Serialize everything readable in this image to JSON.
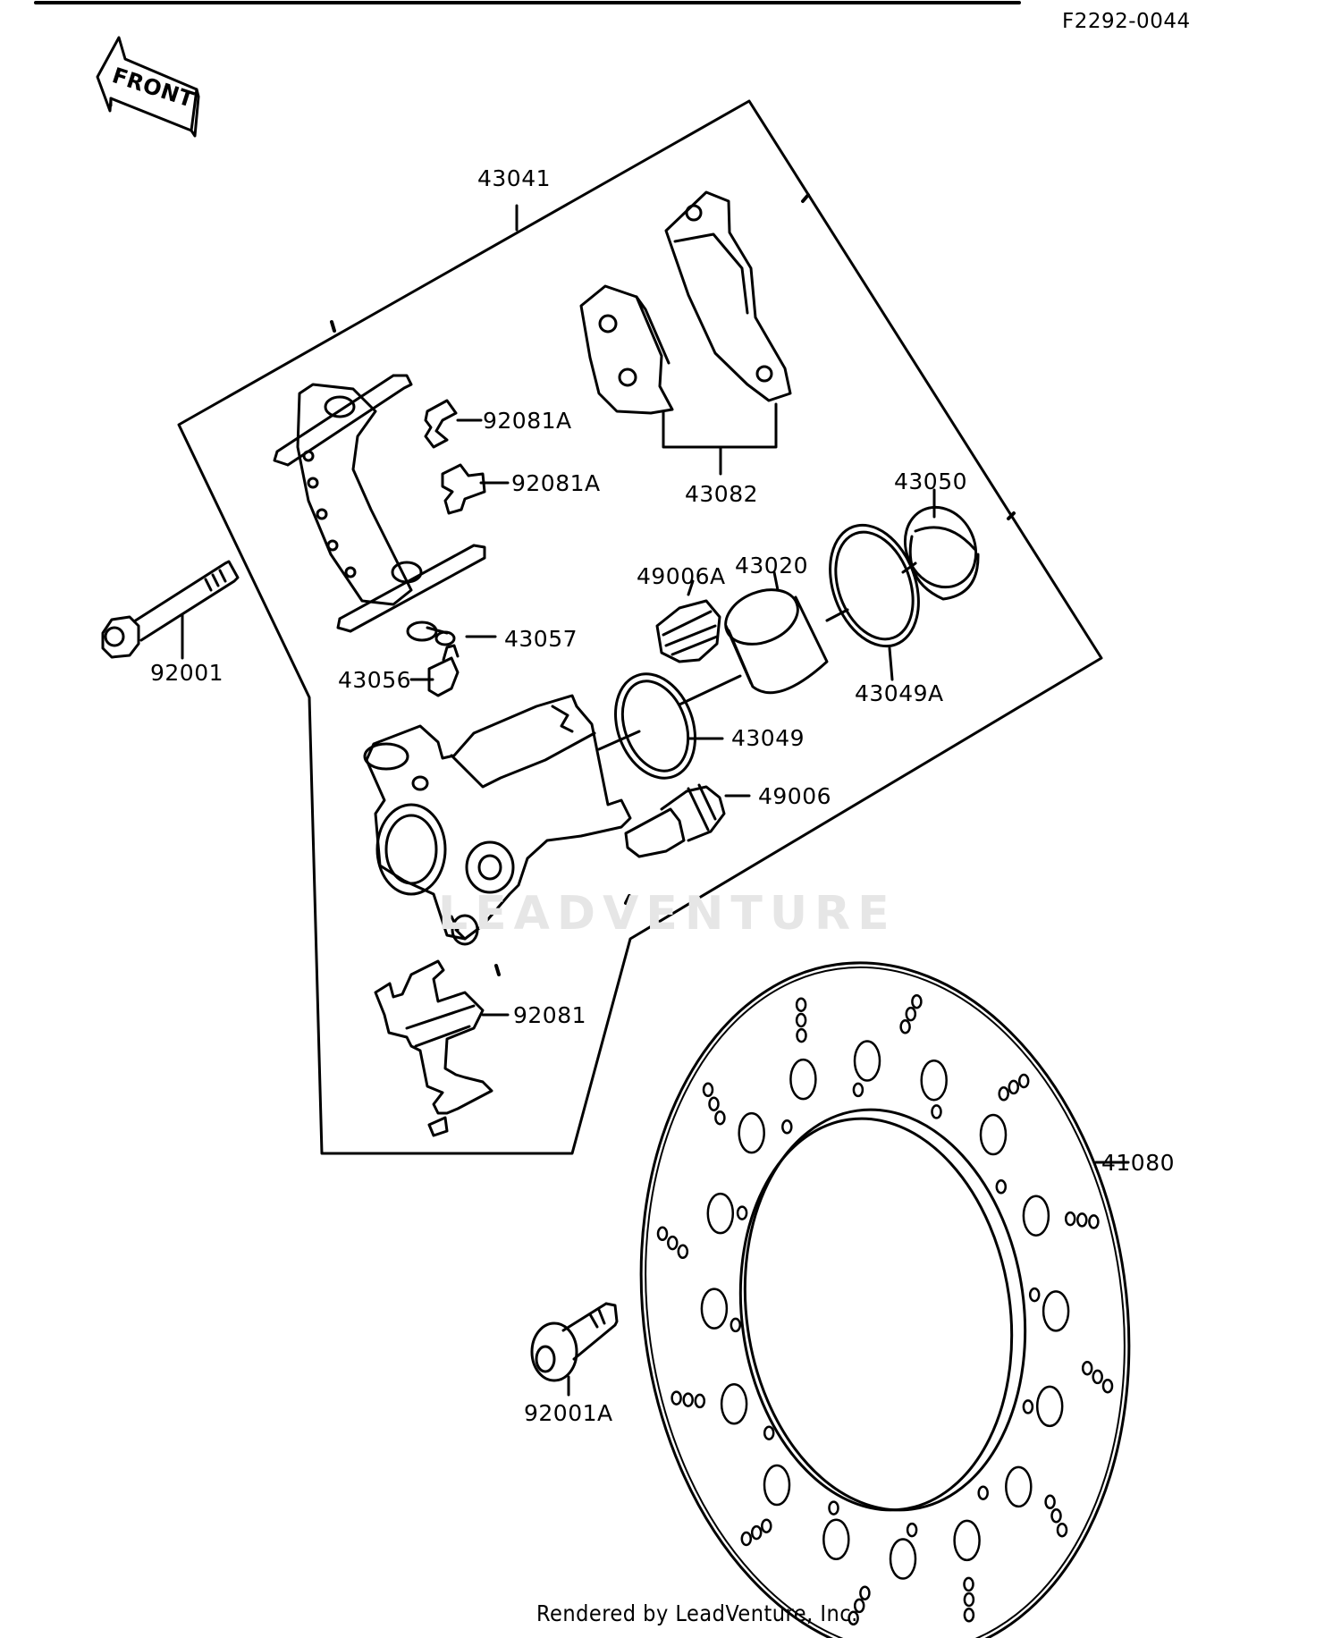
{
  "diagram": {
    "code": "F2292-0044",
    "front_label": "FRONT",
    "footer": "Rendered by LeadVenture, Inc.",
    "watermark": "LEADVENTURE",
    "parts": [
      {
        "id": "43041",
        "label": "43041"
      },
      {
        "id": "92081A-upper",
        "label": "92081A"
      },
      {
        "id": "92081A-lower",
        "label": "92081A"
      },
      {
        "id": "43082",
        "label": "43082"
      },
      {
        "id": "43050",
        "label": "43050"
      },
      {
        "id": "43020",
        "label": "43020"
      },
      {
        "id": "49006A",
        "label": "49006A"
      },
      {
        "id": "43057",
        "label": "43057"
      },
      {
        "id": "43056",
        "label": "43056"
      },
      {
        "id": "92001",
        "label": "92001"
      },
      {
        "id": "43049A",
        "label": "43049A"
      },
      {
        "id": "43049",
        "label": "43049"
      },
      {
        "id": "49006",
        "label": "49006"
      },
      {
        "id": "92081",
        "label": "92081"
      },
      {
        "id": "41080",
        "label": "41080"
      },
      {
        "id": "92001A",
        "label": "92001A"
      }
    ]
  }
}
